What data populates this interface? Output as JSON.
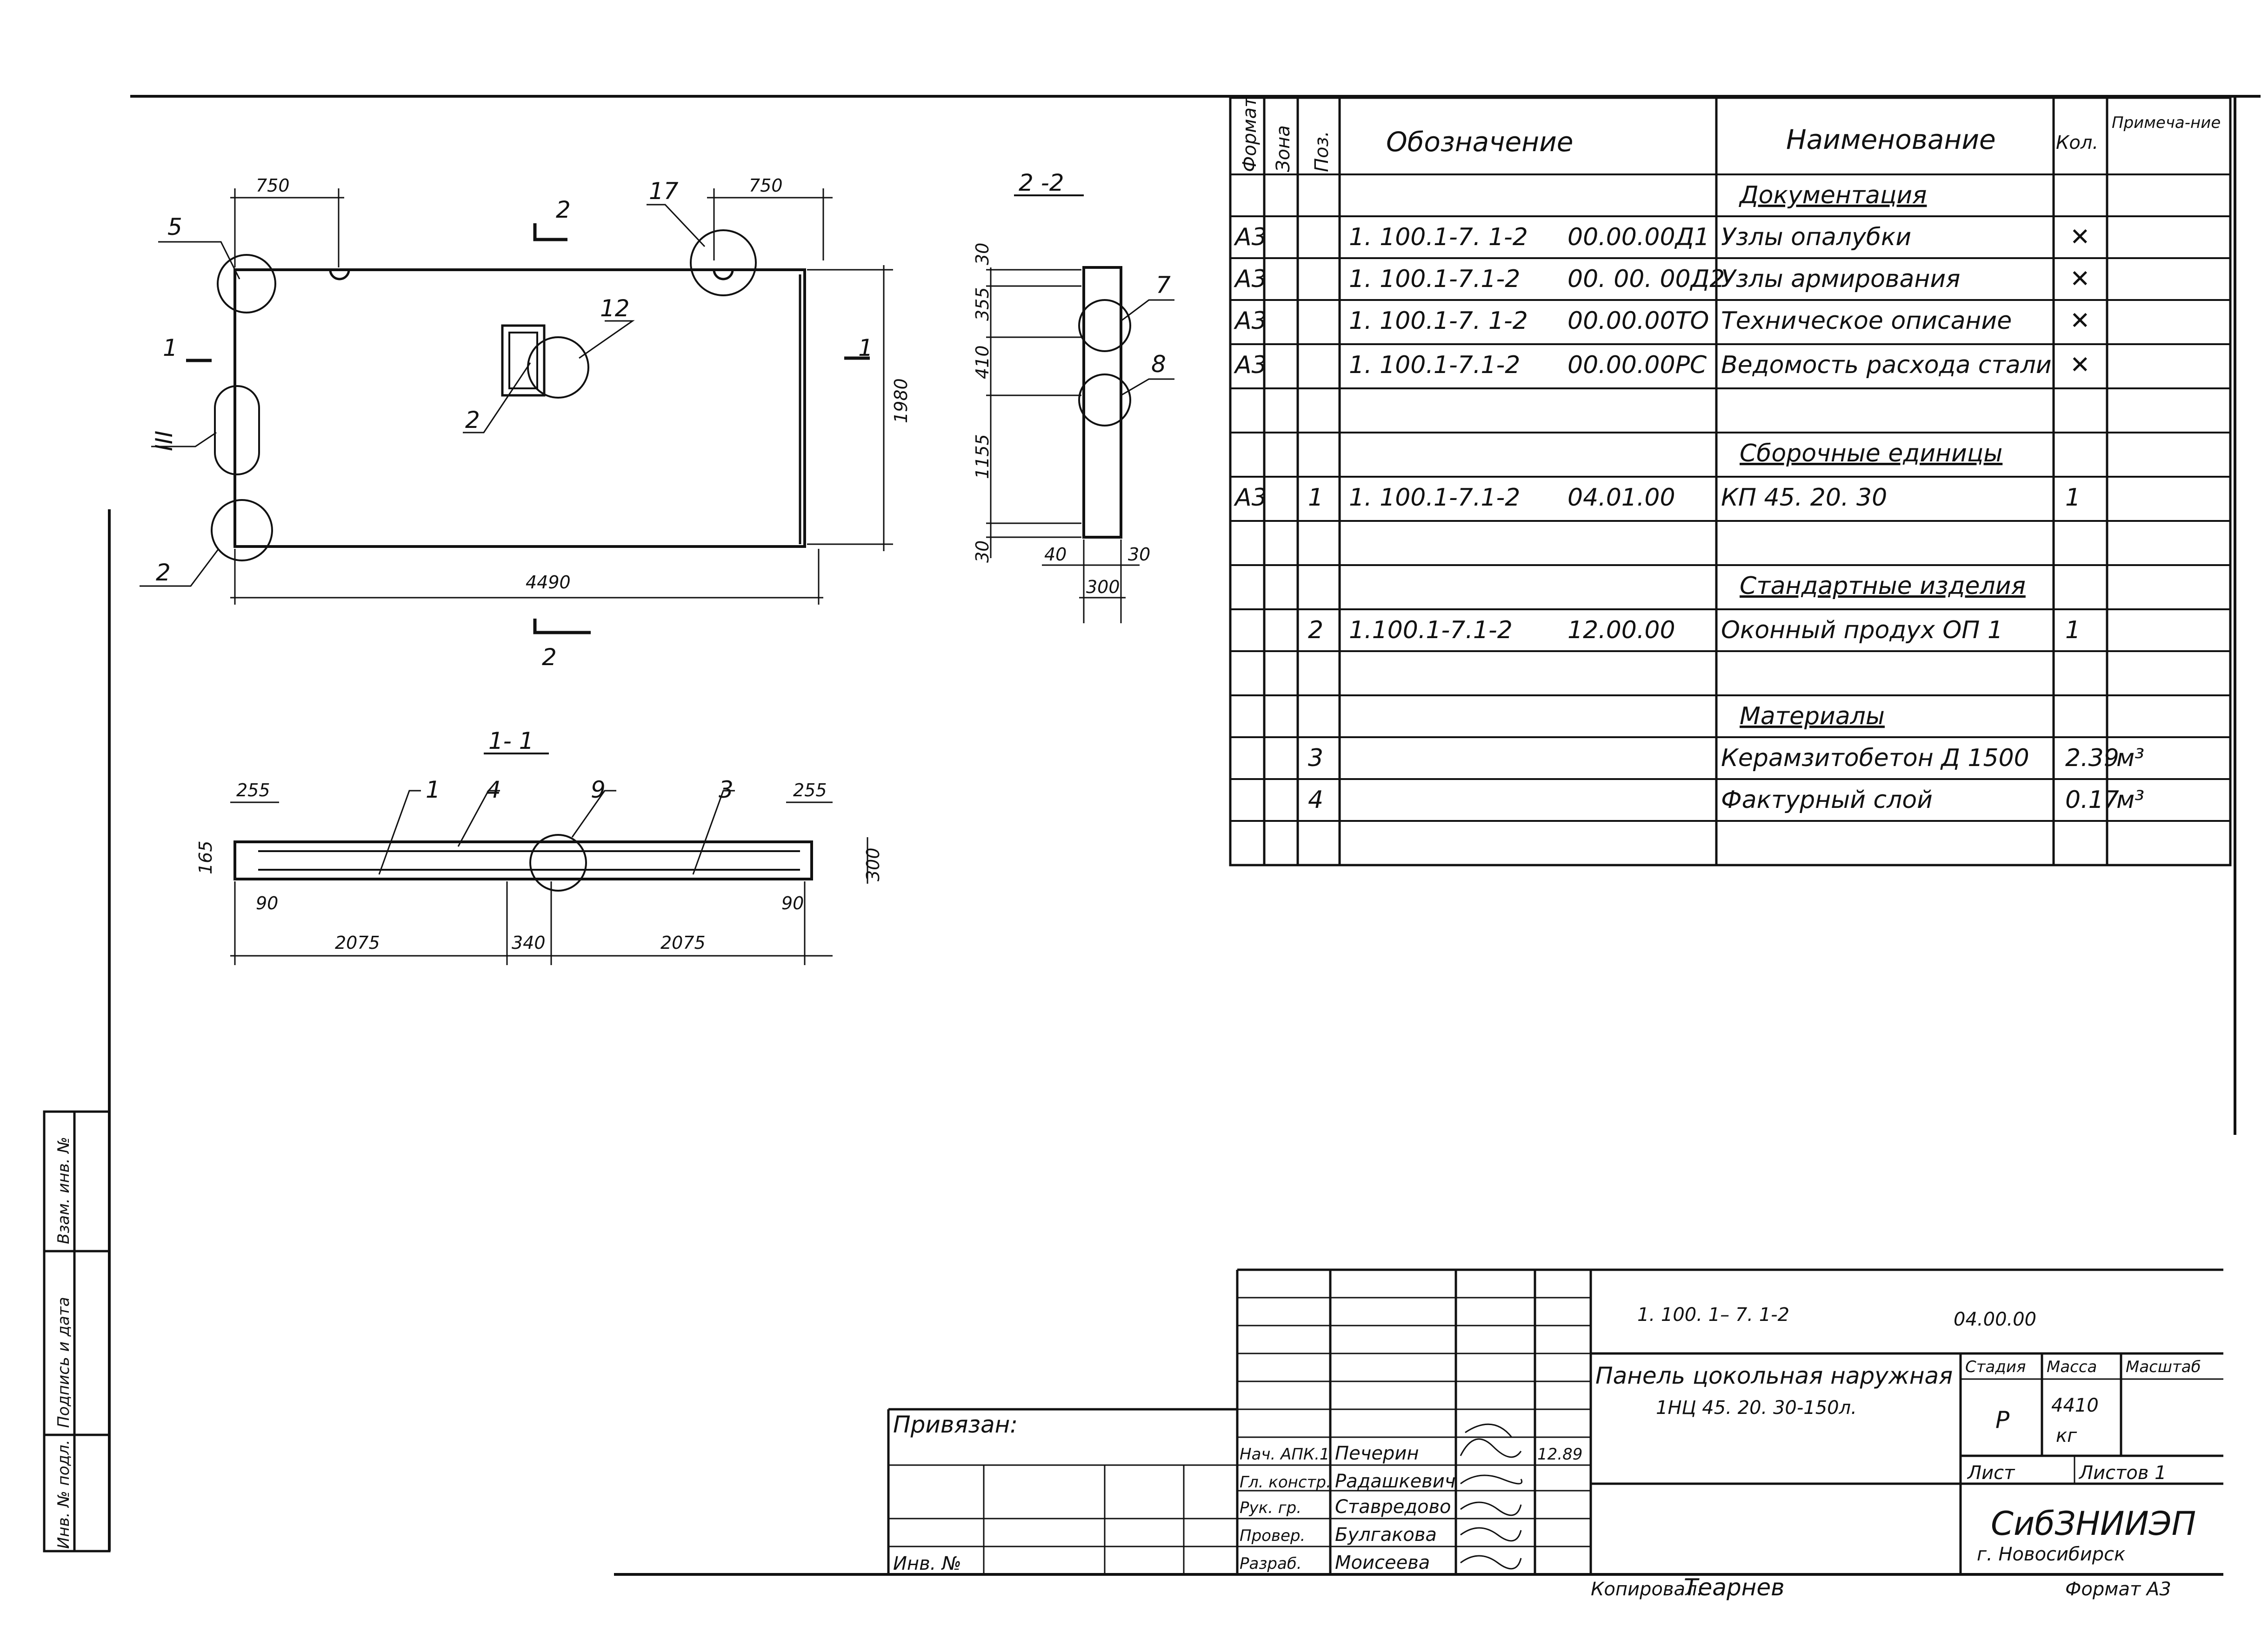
{
  "plan": {
    "dims": {
      "left_750": "750",
      "right_750": "750",
      "width_4490": "4490",
      "height_1980": "1980"
    },
    "section_mark_top": "2",
    "section_mark_bottom": "2",
    "section_mark_left": "1",
    "section_mark_right": "1",
    "callouts": {
      "c5": "5",
      "c17": "17",
      "c12": "12",
      "c2a": "2",
      "c2b": "2",
      "c3": "III"
    }
  },
  "section_22": {
    "title": "2 -2",
    "dims": {
      "d30a": "30",
      "d355": "355",
      "d410": "410",
      "d1155": "1155",
      "d30b": "30",
      "d40": "40",
      "d30c": "30",
      "d300": "300"
    },
    "callouts": {
      "c7": "7",
      "c8": "8"
    }
  },
  "section_11": {
    "title": "1- 1",
    "dims": {
      "d255a": "255",
      "d255b": "255",
      "d165": "165",
      "d300": "300",
      "d90a": "90",
      "d90b": "90",
      "d2075a": "2075",
      "d340": "340",
      "d2075b": "2075"
    },
    "callouts": {
      "c1": "1",
      "c4": "4",
      "c9": "9",
      "c3": "3"
    }
  },
  "spec_table": {
    "headers": {
      "format": "Формат",
      "zona": "Зона",
      "poz": "Поз.",
      "oboz": "Обозначение",
      "naim": "Наименование",
      "kol": "Кол.",
      "prim": "Примеча-ние"
    },
    "rows": [
      {
        "format": "",
        "poz": "",
        "oboz": "",
        "code": "",
        "naim": "Документация",
        "kol": "",
        "prim": "",
        "section": true
      },
      {
        "format": "А3",
        "poz": "",
        "oboz": "1. 100.1-7. 1-2",
        "code": "00.00.00Д1",
        "naim": "Узлы опалубки",
        "kol": "✕",
        "prim": ""
      },
      {
        "format": "А3",
        "poz": "",
        "oboz": "1. 100.1-7.1-2",
        "code": "00. 00. 00Д2",
        "naim": "Узлы армирования",
        "kol": "✕",
        "prim": ""
      },
      {
        "format": "А3",
        "poz": "",
        "oboz": "1. 100.1-7. 1-2",
        "code": "00.00.00ТО",
        "naim": "Техническое описание",
        "kol": "✕",
        "prim": ""
      },
      {
        "format": "А3",
        "poz": "",
        "oboz": "1. 100.1-7.1-2",
        "code": "00.00.00РС",
        "naim": "Ведомость расхода стали",
        "kol": "✕",
        "prim": ""
      },
      {
        "format": "",
        "poz": "",
        "oboz": "",
        "code": "",
        "naim": "",
        "kol": "",
        "prim": ""
      },
      {
        "format": "",
        "poz": "",
        "oboz": "",
        "code": "",
        "naim": "Сборочные единицы",
        "kol": "",
        "prim": "",
        "section": true
      },
      {
        "format": "А3",
        "poz": "1",
        "oboz": "1. 100.1-7.1-2",
        "code": "04.01.00",
        "naim": "КП 45. 20. 30",
        "kol": "1",
        "prim": ""
      },
      {
        "format": "",
        "poz": "",
        "oboz": "",
        "code": "",
        "naim": "",
        "kol": "",
        "prim": ""
      },
      {
        "format": "",
        "poz": "",
        "oboz": "",
        "code": "",
        "naim": "Стандартные изделия",
        "kol": "",
        "prim": "",
        "section": true
      },
      {
        "format": "",
        "poz": "2",
        "oboz": "1.100.1-7.1-2",
        "code": "12.00.00",
        "naim": "Оконный продух ОП 1",
        "kol": "1",
        "prim": ""
      },
      {
        "format": "",
        "poz": "",
        "oboz": "",
        "code": "",
        "naim": "",
        "kol": "",
        "prim": ""
      },
      {
        "format": "",
        "poz": "",
        "oboz": "",
        "code": "",
        "naim": "Материалы",
        "kol": "",
        "prim": "",
        "section": true
      },
      {
        "format": "",
        "poz": "3",
        "oboz": "",
        "code": "",
        "naim": "Керамзитобетон Д 1500",
        "kol": "2.39",
        "prim": "м³"
      },
      {
        "format": "",
        "poz": "4",
        "oboz": "",
        "code": "",
        "naim": "Фактурный слой",
        "kol": "0.17",
        "prim": "м³"
      },
      {
        "format": "",
        "poz": "",
        "oboz": "",
        "code": "",
        "naim": "",
        "kol": "",
        "prim": ""
      }
    ]
  },
  "title_block": {
    "doc_code": "1. 100. 1– 7. 1-2",
    "doc_num": "04.00.00",
    "title_line1": "Панель цокольная наружная",
    "title_line2": "1НЦ 45. 20. 30-150л.",
    "stadia_label": "Стадия",
    "massa_label": "Масса",
    "masshtab_label": "Масштаб",
    "stadia": "Р",
    "massa": "4410",
    "massa_unit": "кг",
    "list_label": "Лист",
    "listov_label": "Листов 1",
    "org": "СибЗНИИЭП",
    "city": "г. Новосибирск",
    "privyazan": "Привязан:",
    "inv": "Инв. №",
    "roles": [
      {
        "role": "Нач. АПК.1",
        "name": "Печерин",
        "date": "12.89"
      },
      {
        "role": "Гл. констр.",
        "name": "Радашкевич",
        "date": ""
      },
      {
        "role": "Рук. гр.",
        "name": "Ставредово",
        "date": ""
      },
      {
        "role": "Провер.",
        "name": "Булгакова",
        "date": ""
      },
      {
        "role": "Разраб.",
        "name": "Моисеева",
        "date": ""
      }
    ],
    "kopiroval": "Копировал:",
    "kopiroval_name": "Теарнев",
    "format": "Формат А3"
  },
  "side_stamp": {
    "vzam": "Взам. инв. №",
    "podp": "Подпись и дата",
    "inv": "Инв. № подл."
  }
}
